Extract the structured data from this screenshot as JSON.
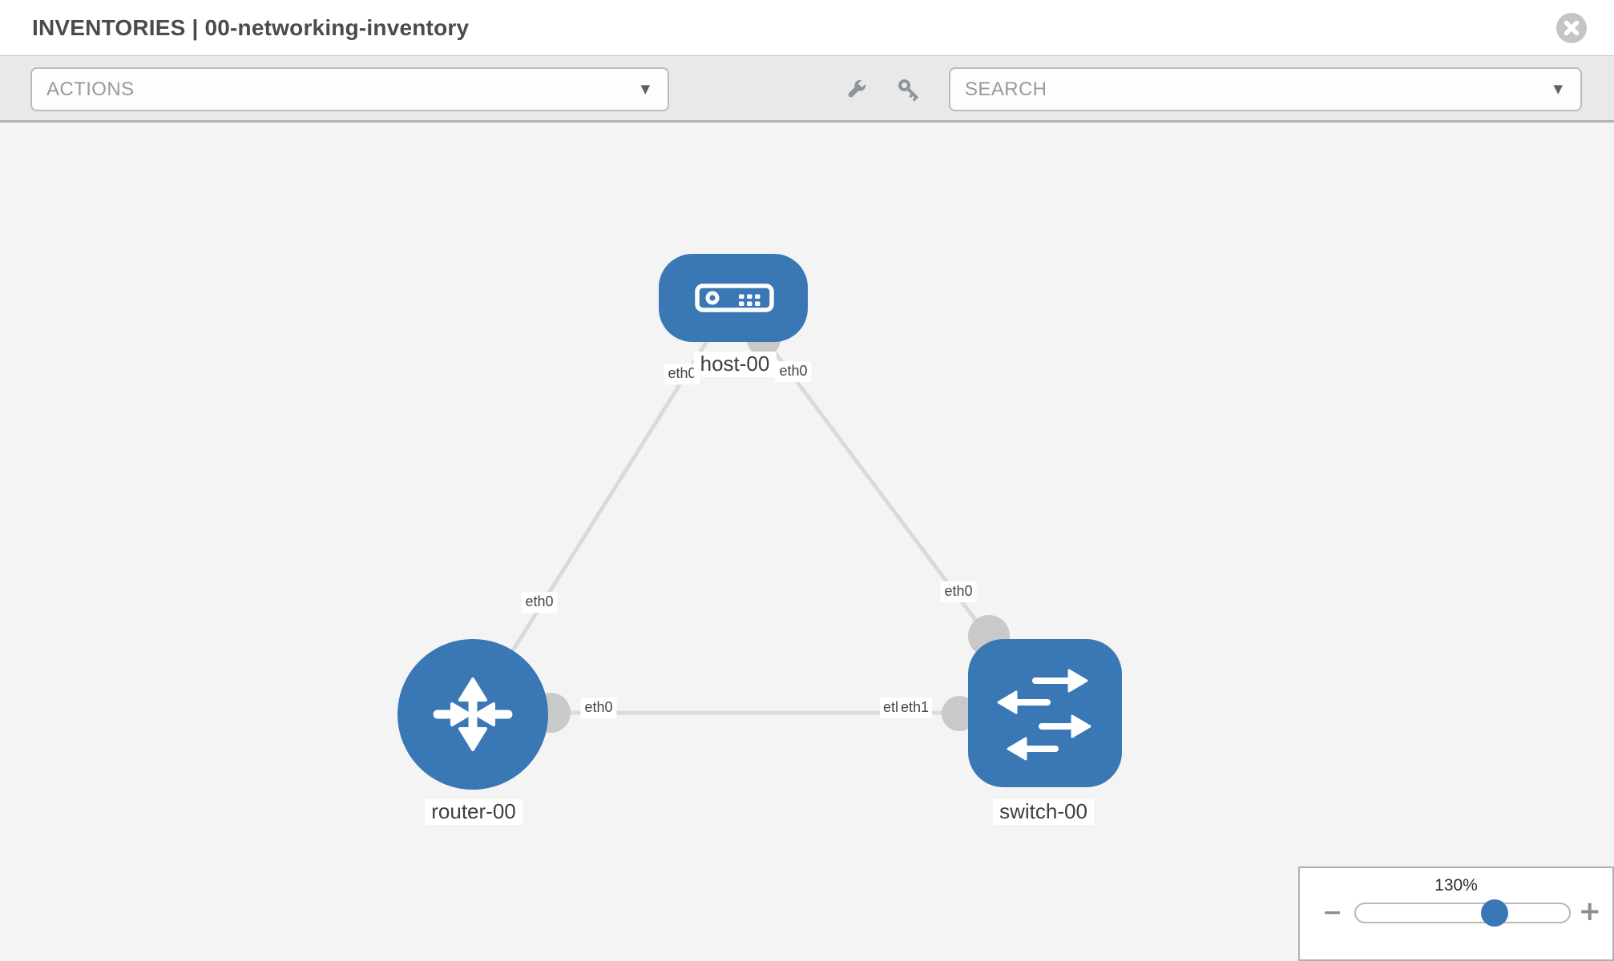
{
  "header": {
    "title": "INVENTORIES | 00-networking-inventory"
  },
  "toolbar": {
    "actions_label": "ACTIONS",
    "search_placeholder": "SEARCH",
    "caret_glyph": "▼"
  },
  "icons": {
    "close": "x-circle-icon",
    "wrench": "wrench-icon",
    "key": "key-icon",
    "host": "server-icon",
    "router": "router-crossed-arrows-icon",
    "switch": "switch-arrows-icon",
    "minus_glyph": "−",
    "plus_glyph": "+"
  },
  "topology": {
    "nodes": [
      {
        "id": "host-00",
        "type": "host",
        "label": "host-00"
      },
      {
        "id": "router-00",
        "type": "router",
        "label": "router-00"
      },
      {
        "id": "switch-00",
        "type": "switch",
        "label": "switch-00"
      }
    ],
    "links": [
      {
        "from": "host-00",
        "to": "router-00",
        "from_interface": "eth0",
        "to_interface": "eth0"
      },
      {
        "from": "host-00",
        "to": "switch-00",
        "from_interface": "eth0",
        "to_interface": "eth0"
      },
      {
        "from": "router-00",
        "to": "switch-00",
        "from_interface": "eth0",
        "to_interface": "eth1",
        "to_interface_overlap": "eth0"
      }
    ]
  },
  "zoom_control": {
    "value": "130%",
    "minus_glyph": "−",
    "plus_glyph": "+",
    "slider_percent": 64
  },
  "colors": {
    "node_blue": "#3a77b5",
    "link_gray": "#dadada",
    "connector_gray": "#c9c9c9",
    "canvas_bg": "#f4f4f4",
    "toolbar_bg": "#e9e9e9"
  }
}
